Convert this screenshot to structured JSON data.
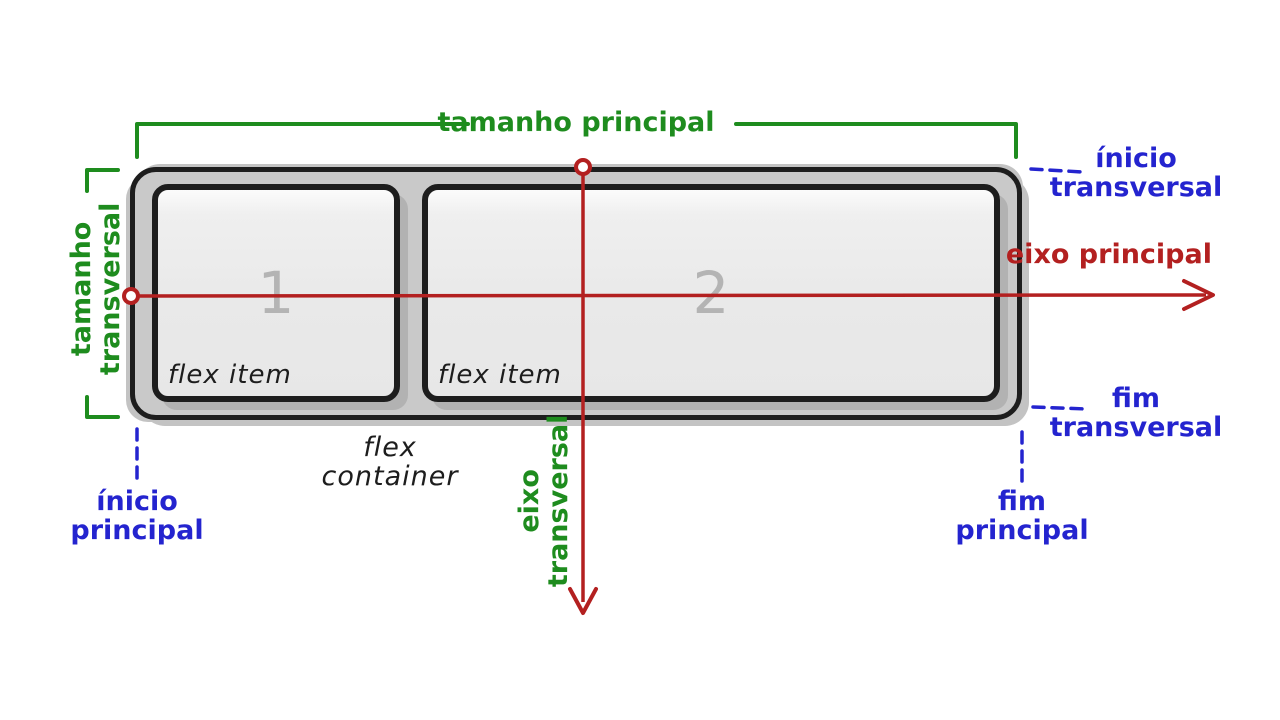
{
  "colors": {
    "green": "#1e8c1e",
    "red": "#b32020",
    "blue": "#2424cf",
    "ink": "#1d1d1d",
    "container_bg": "#c9c9c9",
    "item_bg": "#eaeaea",
    "digit": "#b4b4b4",
    "shadow": "#c3c3c3"
  },
  "labels": {
    "main_size": "tamanho principal",
    "cross_size": "tamanho\ntransversal",
    "main_axis": "eixo principal",
    "cross_axis": "eixo\ntransversal",
    "cross_start": "ínicio\ntransversal",
    "cross_end": "fim\ntransversal",
    "main_start": "ínicio\nprincipal",
    "main_end": "fim\nprincipal",
    "container_caption": "flex container"
  },
  "items": [
    {
      "number": "1",
      "label": "flex item"
    },
    {
      "number": "2",
      "label": "flex item"
    }
  ]
}
